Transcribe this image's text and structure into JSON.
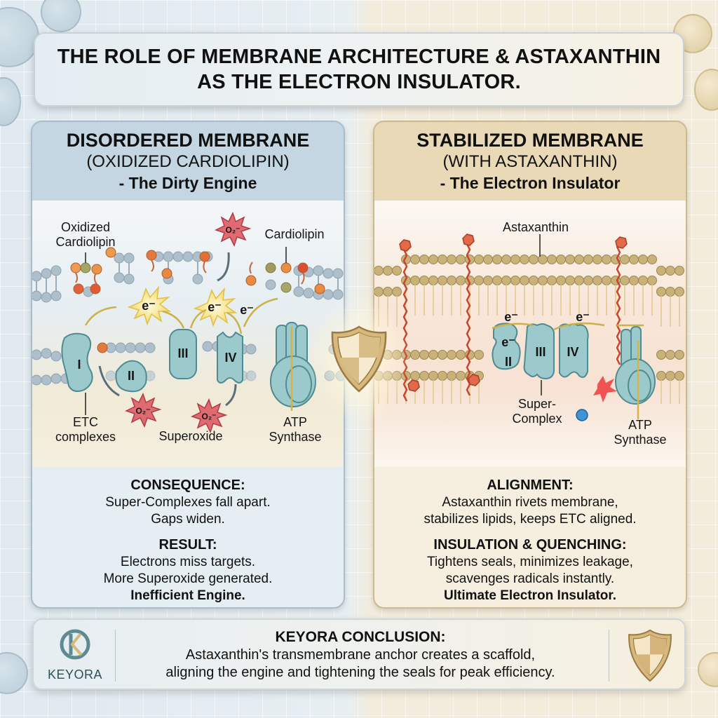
{
  "title": {
    "line1": "THE ROLE OF MEMBRANE ARCHITECTURE & ASTAXANTHIN",
    "line2": "AS THE ELECTRON INSULATOR."
  },
  "left_panel": {
    "heading": "DISORDERED MEMBRANE",
    "subheading": "(OXIDIZED CARDIOLIPIN)",
    "tagline": "- The Dirty Engine",
    "diagram_labels": {
      "oxidized_cardiolipin": "Oxidized Cardiolipin",
      "cardiolipin": "Cardiolipin",
      "etc_complexes": "ETC complexes",
      "superoxide": "Superoxide",
      "atp_synthase": "ATP Synthase",
      "electron": "e⁻",
      "superoxide_symbol": "O₂⁻",
      "complex_I": "I",
      "complex_II": "II",
      "complex_III": "III",
      "complex_IV": "IV"
    },
    "sections": [
      {
        "heading": "CONSEQUENCE:",
        "lines": [
          "Super-Complexes fall apart.",
          "Gaps widen."
        ]
      },
      {
        "heading": "RESULT:",
        "lines": [
          "Electrons miss targets.",
          "More Superoxide generated."
        ],
        "emphasis": "Inefficient Engine."
      }
    ]
  },
  "right_panel": {
    "heading": "STABILIZED MEMBRANE",
    "subheading": "(WITH ASTAXANTHIN)",
    "tagline": "- The Electron Insulator",
    "diagram_labels": {
      "astaxanthin": "Astaxanthin",
      "super_complex": "Super- Complex",
      "atp_synthase": "ATP Synthase",
      "electron": "e⁻",
      "complex_II": "II",
      "complex_III": "III",
      "complex_IV": "IV"
    },
    "sections": [
      {
        "heading": "ALIGNMENT:",
        "lines": [
          "Astaxanthin rivets membrane,",
          "stabilizes lipids, keeps ETC aligned."
        ]
      },
      {
        "heading": "INSULATION & QUENCHING:",
        "lines": [
          "Tightens seals, minimizes leakage,",
          "scavenges radicals instantly."
        ],
        "emphasis": "Ultimate Electron Insulator."
      }
    ]
  },
  "footer": {
    "logo_text": "KEYORA",
    "heading": "KEYORA CONCLUSION:",
    "line1": "Astaxanthin's transmembrane anchor creates a scaffold,",
    "line2": "aligning the engine and tightening the seals for peak efficiency."
  },
  "icons": {
    "center": "shield-icon",
    "footer_right": "shield-icon",
    "logo": "keyora-k-logo"
  },
  "colors": {
    "protein_teal": "#9cc9cc",
    "lipid_blue": "#aebfcc",
    "lipid_gold": "#c8b27a",
    "astaxanthin_red": "#d0533a",
    "superoxide_red": "#d84a55",
    "electron_yellow": "#f6e27a",
    "shield_gold": "#c9a86a"
  }
}
